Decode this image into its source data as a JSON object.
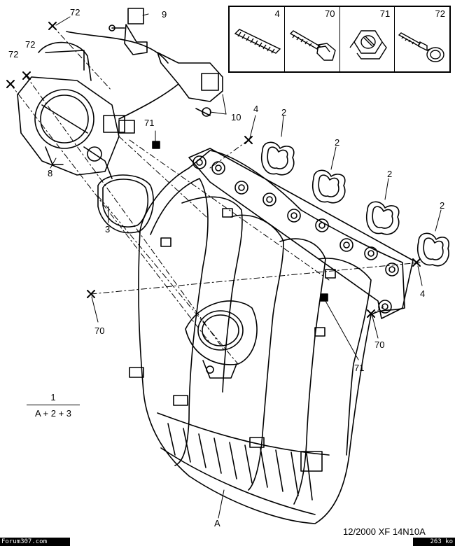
{
  "callouts": {
    "c2": "2",
    "c3": "3",
    "c4": "4",
    "c8": "8",
    "c9": "9",
    "c10": "10",
    "c70": "70",
    "c71": "71",
    "c72": "72",
    "cA": "A"
  },
  "legend": {
    "items": [
      {
        "num": "4",
        "icon": "stud-bolt-icon"
      },
      {
        "num": "70",
        "icon": "flange-bolt-icon"
      },
      {
        "num": "71",
        "icon": "hex-nut-icon"
      },
      {
        "num": "72",
        "icon": "shoulder-screw-icon"
      }
    ]
  },
  "assembly": {
    "top": "1",
    "bottom": "A + 2 + 3"
  },
  "footer": {
    "reference": "12/2000   XF 14N10A",
    "source": "Forum307.com",
    "size": "263 ko"
  }
}
